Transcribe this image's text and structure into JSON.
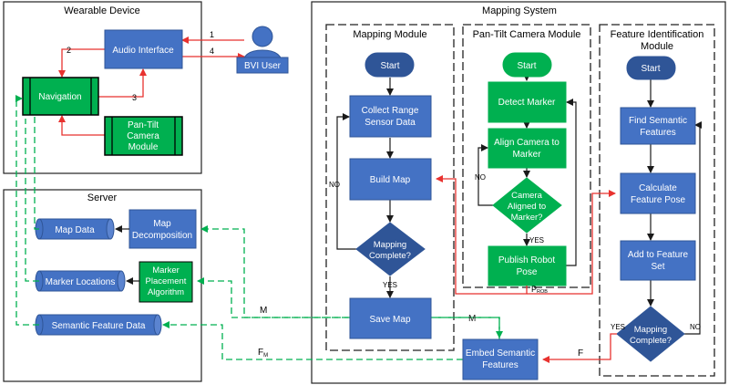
{
  "colors": {
    "blue_box": "#4472C4",
    "blue_border": "#2F5597",
    "green_box": "#00B050",
    "green_dash": "#00B050",
    "red_arrow": "#E8322F",
    "dark_arrow": "#1a1a1a",
    "user_icon": "#4472C4"
  },
  "panels": {
    "wearable": "Wearable Device",
    "server": "Server",
    "mapping_system": "Mapping System",
    "mapping_module": "Mapping Module",
    "pan_tilt_module": "Pan-Tilt Camera Module",
    "feature_module_line1": "Feature Identification",
    "feature_module_line2": "Module"
  },
  "wearable": {
    "audio_interface": "Audio Interface",
    "navigation": "Navigation",
    "ptc_line1": "Pan-Tilt",
    "ptc_line2": "Camera",
    "ptc_line3": "Module",
    "user": "BVI User",
    "arrow_labels": [
      "1",
      "2",
      "3",
      "4"
    ]
  },
  "server": {
    "map_data": "Map Data",
    "map_decomp_line1": "Map",
    "map_decomp_line2": "Decomposition",
    "marker_locations": "Marker Locations",
    "mpa_line1": "Marker",
    "mpa_line2": "Placement",
    "mpa_line3": "Algorithm",
    "semantic_data": "Semantic Feature Data"
  },
  "mapping": {
    "start": "Start",
    "collect_line1": "Collect Range",
    "collect_line2": "Sensor Data",
    "build": "Build Map",
    "complete_line1": "Mapping",
    "complete_line2": "Complete?",
    "yes": "YES",
    "no": "NO",
    "save": "Save Map"
  },
  "pantilt": {
    "start": "Start",
    "detect": "Detect Marker",
    "align_line1": "Align Camera to",
    "align_line2": "Marker",
    "aligned_line1": "Camera",
    "aligned_line2": "Aligned to",
    "aligned_line3": "Marker?",
    "yes": "YES",
    "no": "NO",
    "publish_line1": "Publish Robot",
    "publish_line2": "Pose",
    "p_main": "P",
    "p_sub": "ROB"
  },
  "feature": {
    "start": "Start",
    "find_line1": "Find Semantic",
    "find_line2": "Features",
    "calc_line1": "Calculate",
    "calc_line2": "Feature Pose",
    "add_line1": "Add to Feature",
    "add_line2": "Set",
    "complete_line1": "Mapping",
    "complete_line2": "Complete?",
    "yes": "YES",
    "no": "NO"
  },
  "embed": {
    "line1": "Embed Semantic",
    "line2": "Features"
  },
  "flow_labels": {
    "m1": "M",
    "m2": "M",
    "fm_main": "F",
    "fm_sub": "M",
    "f": "F"
  }
}
